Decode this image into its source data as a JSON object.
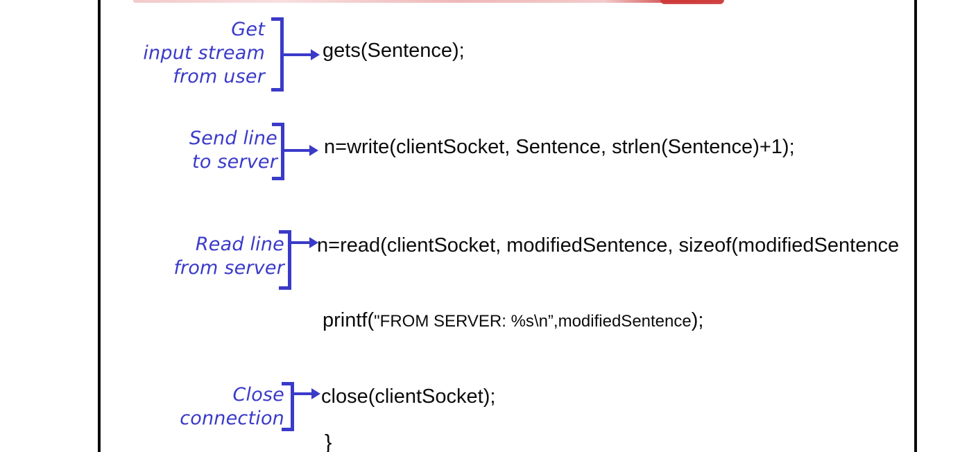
{
  "page": {
    "background": "#ffffff",
    "accent_blue": "#3a3ac9",
    "code_color": "#0b0b0b",
    "border_color": "#0a0a0a",
    "red_fragment_color": "#cd3c3c"
  },
  "sections": [
    {
      "name": "get-input-stream",
      "label_lines": [
        "Get",
        "input stream",
        "from user"
      ],
      "code": "gets(Sentence);"
    },
    {
      "name": "send-line",
      "label_lines": [
        "Send line",
        "to server"
      ],
      "code": "n=write(clientSocket, Sentence, strlen(Sentence)+1);"
    },
    {
      "name": "read-line",
      "label_lines": [
        "Read line",
        "from server"
      ],
      "code": "n=read(clientSocket, modifiedSentence, sizeof(modifiedSentence"
    },
    {
      "name": "print-result",
      "code_prefix": "printf(",
      "code_middle": "\"FROM SERVER: %s\\n”,modifiedSentence",
      "code_suffix": ");"
    },
    {
      "name": "close-connection",
      "label_lines": [
        "Close",
        "connection"
      ],
      "code": "close(clientSocket);"
    }
  ],
  "closing_brace": "}"
}
